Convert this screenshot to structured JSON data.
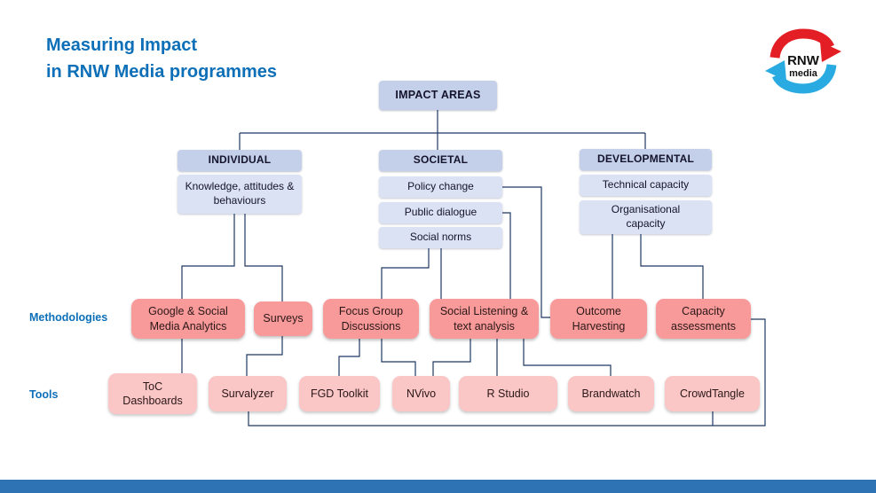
{
  "slide": {
    "title_line1": "Measuring Impact",
    "title_line2": "in RNW Media programmes"
  },
  "logo": {
    "name": "RNW",
    "sub": "media"
  },
  "diagram": {
    "root_label": "IMPACT AREAS",
    "branches": [
      {
        "label": "INDIVIDUAL",
        "children": [
          "Knowledge, attitudes & behaviours"
        ]
      },
      {
        "label": "SOCIETAL",
        "children": [
          "Policy change",
          "Public dialogue",
          "Social norms"
        ]
      },
      {
        "label": "DEVELOPMENTAL",
        "children": [
          "Technical capacity",
          "Organisational capacity"
        ]
      }
    ],
    "row_labels": {
      "methodologies": "Methodologies",
      "tools": "Tools"
    },
    "methodologies": [
      "Google & Social Media Analytics",
      "Surveys",
      "Focus Group Discussions",
      "Social Listening & text analysis",
      "Outcome Harvesting",
      "Capacity assessments"
    ],
    "tools": [
      "ToC Dashboards",
      "Survalyzer",
      "FGD Toolkit",
      "NVivo",
      "R Studio",
      "Brandwatch",
      "CrowdTangle"
    ]
  },
  "colors": {
    "title_blue": "#0d6fb8",
    "node_header_bg": "#c4cfea",
    "node_sub_bg": "#dbe2f3",
    "methodology_bg": "#f99a9a",
    "tool_bg": "#fbc6c6",
    "connector": "#1f3864",
    "footer_bar": "#2e74b5",
    "logo_red": "#e31e24",
    "logo_blue": "#29abe2"
  }
}
